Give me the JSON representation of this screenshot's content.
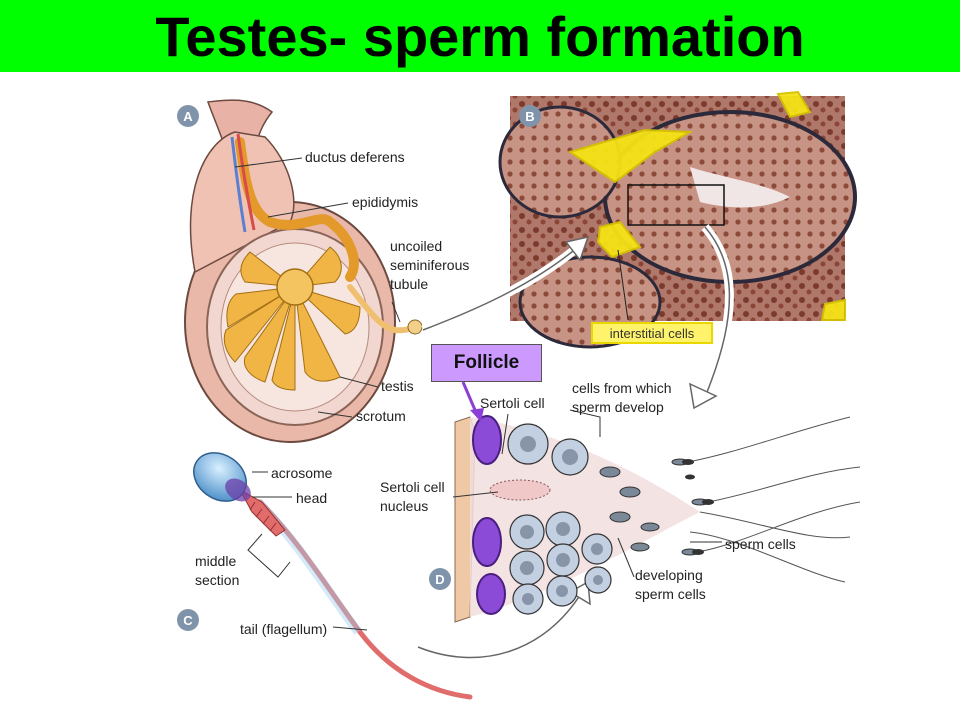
{
  "slide": {
    "title": "Testes- sperm formation"
  },
  "panels": {
    "a": {
      "badge": "A",
      "labels": {
        "ductus_deferens": "ductus deferens",
        "epididymis": "epididymis",
        "uncoiled_1": "uncoiled",
        "uncoiled_2": "seminiferous",
        "uncoiled_3": "tubule",
        "testis": "testis",
        "scrotum": "scrotum"
      }
    },
    "b": {
      "badge": "B",
      "caption": "interstitial cells"
    },
    "c": {
      "badge": "C",
      "labels": {
        "acrosome": "acrosome",
        "head": "head",
        "middle_1": "middle",
        "middle_2": "section",
        "tail": "tail (flagellum)"
      }
    },
    "d": {
      "badge": "D",
      "labels": {
        "sertoli_cell": "Sertoli cell",
        "cells_from_1": "cells from which",
        "cells_from_2": "sperm develop",
        "nucleus_1": "Sertoli cell",
        "nucleus_2": "nucleus",
        "sperm_cells": "sperm cells",
        "developing_1": "developing",
        "developing_2": "sperm cells"
      }
    }
  },
  "callout": {
    "follicle": "Follicle"
  },
  "colors": {
    "title_bar": "#00ff00",
    "follicle_box": "#cc99ff",
    "highlight": "#fff36b",
    "badge": "#7f94ab"
  }
}
